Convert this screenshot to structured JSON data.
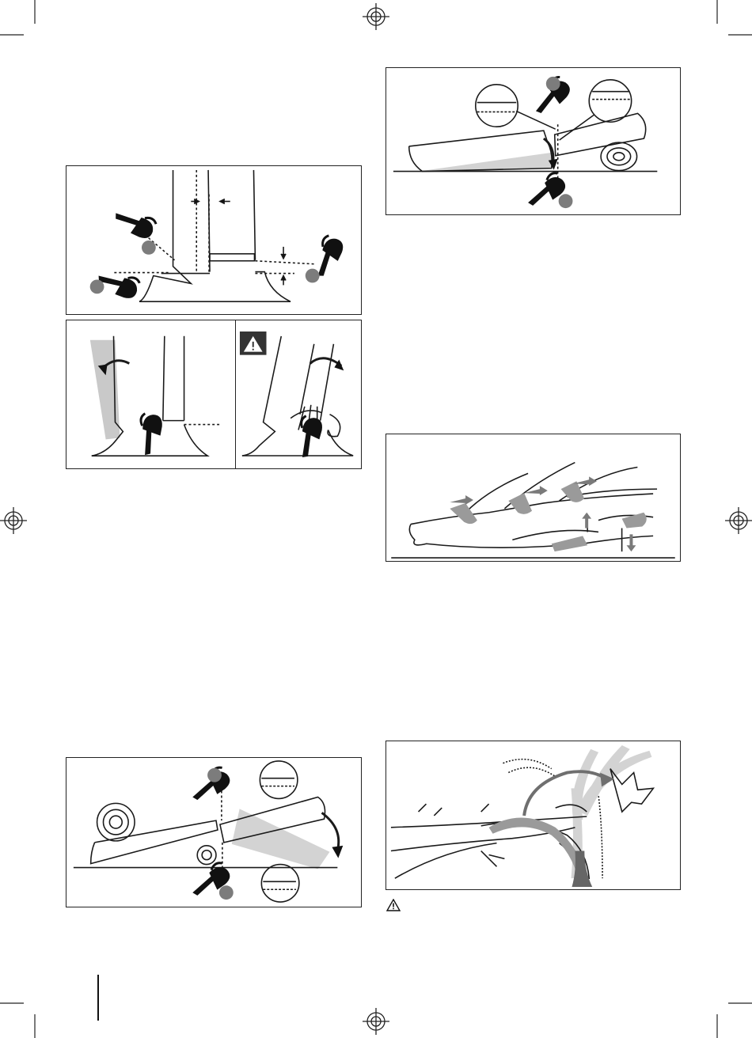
{
  "page": {
    "registration_marks": [
      "top-center",
      "left-middle",
      "right-middle",
      "bottom-center"
    ],
    "crop_marks": [
      "top-left",
      "top-right",
      "bottom-left",
      "bottom-right"
    ]
  },
  "figures": [
    {
      "id": "felling-notch",
      "icons": [
        "chainsaw-icon",
        "chainsaw-icon",
        "chainsaw-icon",
        "callout-dot",
        "callout-dot",
        "callout-dot",
        "dimension-arrows"
      ]
    },
    {
      "id": "correct-fall",
      "icons": [
        "tree-trunk",
        "fall-arrow-icon",
        "chainsaw-icon"
      ]
    },
    {
      "id": "wrong-fall",
      "icons": [
        "warning-icon",
        "tree-trunk",
        "fall-arrow-icon",
        "chainsaw-icon",
        "splinter-burst"
      ]
    },
    {
      "id": "log-over-support",
      "icons": [
        "log",
        "log-end-rings",
        "chainsaw-icon",
        "chainsaw-icon",
        "callout-dot",
        "callout-dot",
        "magnifier-callout",
        "magnifier-callout",
        "fall-arrow-icon"
      ]
    },
    {
      "id": "log-supported-end",
      "icons": [
        "log",
        "log-end-rings",
        "chainsaw-icon",
        "chainsaw-icon",
        "callout-dot",
        "callout-dot",
        "magnifier-callout",
        "magnifier-callout",
        "fall-arrow-icon"
      ]
    },
    {
      "id": "limbing",
      "icons": [
        "log",
        "branch",
        "cut-marker",
        "arrow-icon"
      ]
    },
    {
      "id": "spring-pole",
      "icons": [
        "log",
        "bent-sapling",
        "snap-burst",
        "arrow-icon"
      ]
    }
  ],
  "colors": {
    "line": "#1a1a1a",
    "grey": "#8a8a8a",
    "light_grey": "#c9c9c9",
    "dot": "#7c7c7c"
  },
  "bottom_warning": {
    "icon": "warning-icon"
  }
}
